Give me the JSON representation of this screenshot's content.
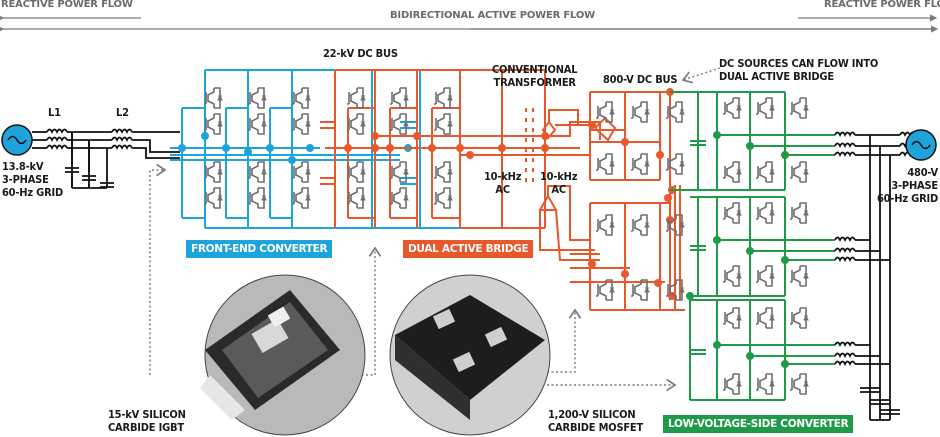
{
  "flows": {
    "reactive_left": "REACTIVE POWER FLOW",
    "bidirectional": "BIDIRECTIONAL ACTIVE POWER FLOW",
    "reactive_right": "REACTIVE POWER FLOW"
  },
  "labels": {
    "left_grid": [
      "13.8-kV",
      "3-PHASE",
      "60-Hz GRID"
    ],
    "right_grid": [
      "480-V",
      "3-PHASE",
      "60-Hz GRID"
    ],
    "l1": "L1",
    "l2": "L2",
    "dc_bus_22kv": "22-kV DC BUS",
    "transformer": [
      "CONVENTIONAL",
      "TRANSFORMER"
    ],
    "ac_left": [
      "10-kHz",
      "AC"
    ],
    "ac_right": [
      "10-kHz",
      "AC"
    ],
    "dc_bus_800v": "800-V DC BUS",
    "dc_sources_note": [
      "DC SOURCES CAN FLOW INTO",
      "DUAL ACTIVE BRIDGE"
    ],
    "igbt_caption": [
      "15-kV SILICON",
      "CARBIDE IGBT"
    ],
    "mosfet_caption": [
      "1,200-V SILICON",
      "CARBIDE MOSFET"
    ]
  },
  "sections": {
    "front_end": "FRONT-END CONVERTER",
    "dual_active_bridge": "DUAL ACTIVE BRIDGE",
    "low_voltage_side": "LOW-VOLTAGE-SIDE CONVERTER"
  },
  "colors": {
    "blue": "#1ea4dd",
    "orange": "#e8582a",
    "green": "#1f9a48",
    "switch_gray": "#6e6e6e",
    "wire_black": "#111111",
    "flow_gray": "#7a7a7a"
  },
  "icons": {
    "grid_source": "ac-source-icon",
    "switch": "transistor-switch-icon",
    "inductor": "inductor-icon",
    "capacitor": "capacitor-icon"
  }
}
